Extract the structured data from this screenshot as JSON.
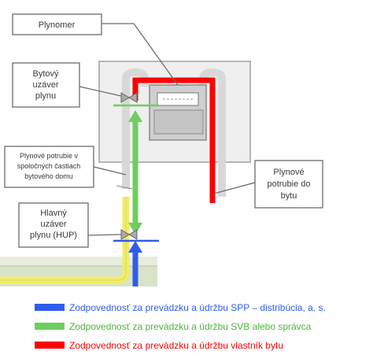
{
  "labels": {
    "plynomer": "Plynomer",
    "bytovy_uzaver": [
      "Bytový",
      "uzáver",
      "plynu"
    ],
    "potrubie_spolocne": [
      "Plynové potrubie v",
      "spoločných častiach",
      "bytového domu"
    ],
    "potrubie_bytu": [
      "Plynové",
      "potrubie do",
      "bytu"
    ],
    "hup": [
      "Hlavný",
      "uzáver",
      "plynu (HUP)"
    ]
  },
  "legend": [
    {
      "color": "#2f5cf0",
      "text": "Zodpovednosť za prevádzku a údržbu SPP – distribúcia, a. s."
    },
    {
      "color": "#6ccf5e",
      "text": "Zodpovednosť za prevádzku a údržbu SVB alebo správca"
    },
    {
      "color": "#ff0000",
      "text": "Zodpovednosť za prevádzku a údržbu vlastník bytu"
    }
  ],
  "colors": {
    "blue": "#2f5cf0",
    "green": "#6ccf5e",
    "red": "#ff0000",
    "yellow_pipe": "#f2ec6a",
    "ground": "#d9e3c8"
  },
  "icons": [
    "valve-icon",
    "gas-meter-icon"
  ]
}
